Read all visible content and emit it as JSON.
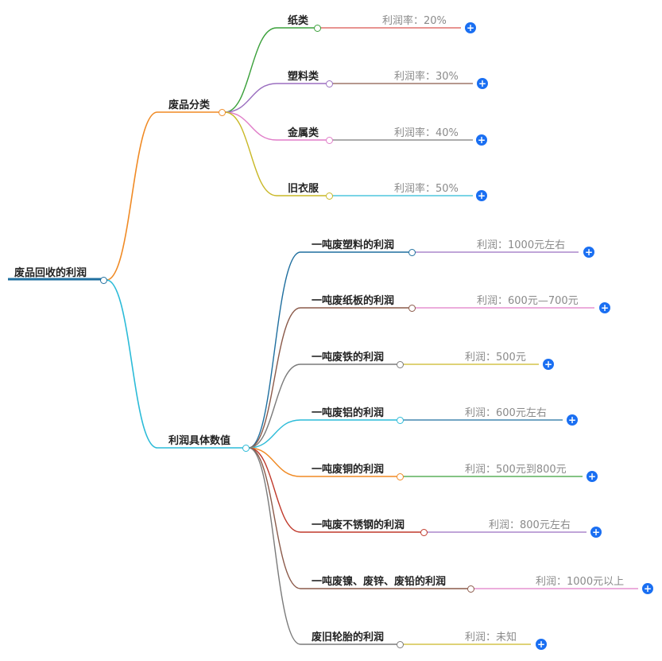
{
  "root": {
    "label": "废品回收的利润",
    "color": "#1f6f9f"
  },
  "branches": [
    {
      "label": "废品分类",
      "color": "#f08a24",
      "children": [
        {
          "label": "纸类",
          "leaf": "利润率：20%",
          "color": "#3aa03a",
          "leaf_color": "#d9534f"
        },
        {
          "label": "塑料类",
          "leaf": "利润率：30%",
          "color": "#9b6fc0",
          "leaf_color": "#8b5a4a"
        },
        {
          "label": "金属类",
          "leaf": "利润率：40%",
          "color": "#e07cc8",
          "leaf_color": "#7a7a7a"
        },
        {
          "label": "旧衣服",
          "leaf": "利润率：50%",
          "color": "#c9b826",
          "leaf_color": "#2bbbd8"
        }
      ]
    },
    {
      "label": "利润具体数值",
      "color": "#2bbbd8",
      "children": [
        {
          "label": "一吨废塑料的利润",
          "leaf": "利润：1000元左右",
          "color": "#1f6f9f",
          "leaf_color": "#9b6fc0"
        },
        {
          "label": "一吨废纸板的利润",
          "leaf": "利润：600元—700元",
          "color": "#8b5a4a",
          "leaf_color": "#e07cc8"
        },
        {
          "label": "一吨废铁的利润",
          "leaf": "利润：500元",
          "color": "#7a7a7a",
          "leaf_color": "#c9b826"
        },
        {
          "label": "一吨废铝的利润",
          "leaf": "利润：600元左右",
          "color": "#2bbbd8",
          "leaf_color": "#1f6f9f"
        },
        {
          "label": "一吨废铜的利润",
          "leaf": "利润：500元到800元",
          "color": "#f08a24",
          "leaf_color": "#3aa03a"
        },
        {
          "label": "一吨废不锈钢的利润",
          "leaf": "利润：800元左右",
          "color": "#c0392b",
          "leaf_color": "#9b6fc0"
        },
        {
          "label": "一吨废镍、废锌、废铅的利润",
          "leaf": "利润：1000元以上",
          "color": "#8b5a4a",
          "leaf_color": "#e07cc8"
        },
        {
          "label": "废旧轮胎的利润",
          "leaf": "利润：未知",
          "color": "#7a7a7a",
          "leaf_color": "#c9b826"
        }
      ]
    }
  ],
  "icons": {
    "expand": "plus-circle-icon",
    "expand_glyph": "+"
  }
}
